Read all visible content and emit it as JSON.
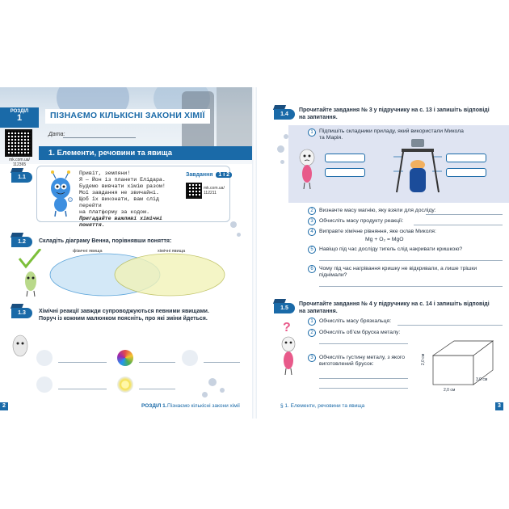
{
  "left_page": {
    "chapter_label": "РОЗДІЛ",
    "chapter_number": "1",
    "topic_title": "ПІЗНАЄМО КІЛЬКІСНІ ЗАКОНИ ХІМІЇ",
    "date_label": "Дата:",
    "qr_left_text": "mk.com.ua/\n112365",
    "section_title": "1. Елементи, речовини та явища",
    "task_1_1": {
      "number": "1.1",
      "greeting_lines": [
        "Привіт, земляни!",
        "Я — Йон із планети Елідара.",
        "Будемо вивчати хімію разом!",
        "Мої завдання не звичайні.",
        "Щоб їх виконати, вам слід перейти",
        "на платформу за кодом."
      ],
      "hint": "Пригадайте важливі хімічні поняття.",
      "zavdannia_label": "Завдання",
      "zavdannia_numbers": "1 і 2",
      "qr_mid_text": "mk.com.ua/\n112211"
    },
    "task_1_2": {
      "number": "1.2",
      "text": "Складіть діаграму Венна, порівнявши поняття:",
      "venn_left": "фізичні явища",
      "venn_right": "хімічні явища"
    },
    "task_1_3": {
      "number": "1.3",
      "text_lines": [
        "Хімічні реакції завжди супроводжуються певними явищами.",
        "Поруч із кожним малюнком поясніть, про які зміни йдеться."
      ]
    },
    "footer": {
      "page_number": "2",
      "chapter": "РОЗДІЛ 1.",
      "chapter_name": "Пізнаємо кількісні закони хімії"
    }
  },
  "right_page": {
    "task_1_4": {
      "number": "1.4",
      "text_lines": [
        "Прочитайте завдання № 3 у підручнику на с. 13 і запишіть відповіді",
        "на запитання."
      ],
      "items": [
        {
          "n": "1",
          "lines": [
            "Підпишіть складники приладу, який використали Микола",
            "та Марія."
          ]
        },
        {
          "n": "2",
          "lines": [
            "Визначте масу магнію, яку взяли для досліду:"
          ]
        },
        {
          "n": "3",
          "lines": [
            "Обчисліть масу продукту реакції:"
          ]
        },
        {
          "n": "4",
          "lines": [
            "Виправте хімічне рівняння, яке склав Миколя:"
          ]
        },
        {
          "n": "5",
          "lines": [
            "Навіщо під час досліду тигель слід накривати кришкою?"
          ]
        },
        {
          "n": "6",
          "lines": [
            "Чому під час нагрівання кришку не відкривали, а лише трішки піднімали?"
          ]
        }
      ],
      "equation": "Mg + O₂ = MgO"
    },
    "task_1_5": {
      "number": "1.5",
      "text_lines": [
        "Прочитайте завдання № 4 у підручнику на с. 14 і запишіть відповіді",
        "на запитання."
      ],
      "items": [
        {
          "n": "1",
          "lines": [
            "Обчисліть масу брязкальця:"
          ]
        },
        {
          "n": "2",
          "lines": [
            "Обчисліть об’єм бруска металу:"
          ]
        },
        {
          "n": "3",
          "lines": [
            "Обчисліть густину металу, з якого",
            "виготовлений брусок:"
          ]
        }
      ],
      "dims": {
        "height": "2,0 см",
        "depth": "3,0 см",
        "width": "2,0 см"
      }
    },
    "footer": {
      "section": "§ 1. Елементи, речовини та явища",
      "page_number": "3"
    }
  },
  "colors": {
    "brand": "#1a6aa8",
    "shade": "#dfe4f2",
    "venn_left": "#cfe6f7",
    "venn_right": "#f2f3b8"
  }
}
